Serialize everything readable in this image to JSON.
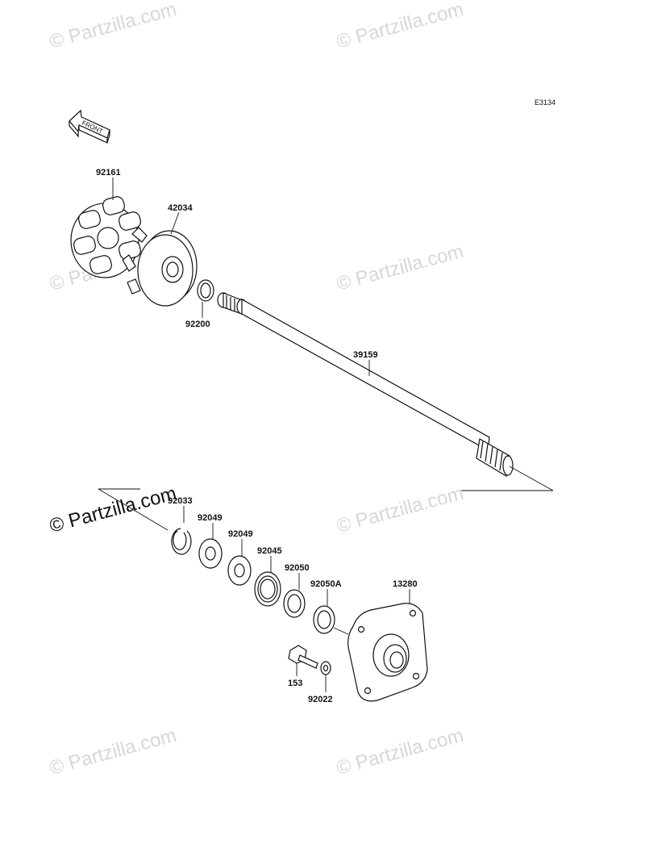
{
  "diagram": {
    "code": "E3134",
    "front_label": "FRONT",
    "watermark_text": "© Partzilla.com",
    "part_labels": {
      "p92161": "92161",
      "p42034": "42034",
      "p92200": "92200",
      "p39159": "39159",
      "p92033": "92033",
      "p92049a": "92049",
      "p92049b": "92049",
      "p92045": "92045",
      "p92050": "92050",
      "p92050A": "92050A",
      "p13280": "13280",
      "p153": "153",
      "p92022": "92022"
    }
  }
}
